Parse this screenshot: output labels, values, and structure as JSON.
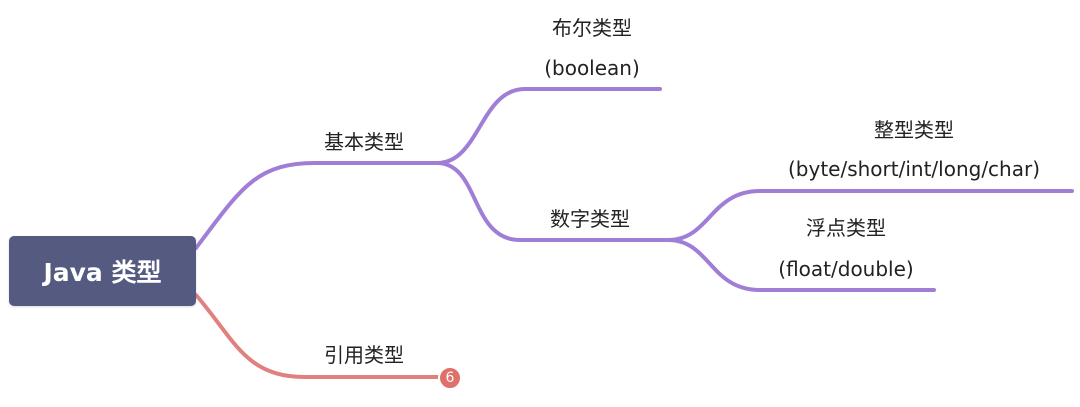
{
  "root": {
    "label": "Java 类型"
  },
  "branches": {
    "basic": {
      "label": "基本类型"
    },
    "boolean": {
      "title": "布尔类型",
      "subtitle": "(boolean)"
    },
    "numeric": {
      "label": "数字类型"
    },
    "integer": {
      "title": "整型类型",
      "subtitle": "(byte/short/int/long/char)"
    },
    "float": {
      "title": "浮点类型",
      "subtitle": "(float/double)"
    },
    "reference": {
      "label": "引用类型",
      "collapsed_count": "6"
    }
  },
  "colors": {
    "root_fill": "#545a80",
    "purple_branch": "#a17ed6",
    "red_branch": "#e0807f",
    "badge_fill": "#e0706a"
  }
}
